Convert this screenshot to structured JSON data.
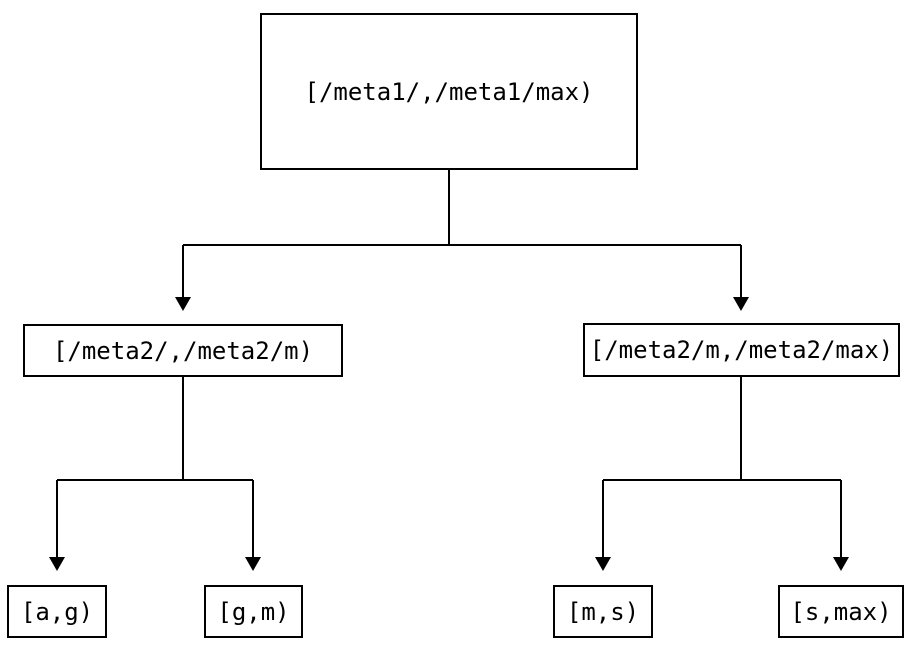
{
  "colors": {
    "background": "#ffffff",
    "line": "#000000",
    "text": "#000000"
  },
  "nodes": {
    "root": {
      "label": "[/meta1/,/meta1/max)"
    },
    "meta2_low": {
      "label": "[/meta2/,/meta2/m)"
    },
    "meta2_high": {
      "label": "[/meta2/m,/meta2/max)"
    },
    "leaf_ag": {
      "label": "[a,g)"
    },
    "leaf_gm": {
      "label": "[g,m)"
    },
    "leaf_ms": {
      "label": "[m,s)"
    },
    "leaf_smax": {
      "label": "[s,max)"
    }
  },
  "edges": [
    {
      "from": "root",
      "to": "meta2_low"
    },
    {
      "from": "root",
      "to": "meta2_high"
    },
    {
      "from": "meta2_low",
      "to": "leaf_ag"
    },
    {
      "from": "meta2_low",
      "to": "leaf_gm"
    },
    {
      "from": "meta2_high",
      "to": "leaf_ms"
    },
    {
      "from": "meta2_high",
      "to": "leaf_smax"
    }
  ]
}
